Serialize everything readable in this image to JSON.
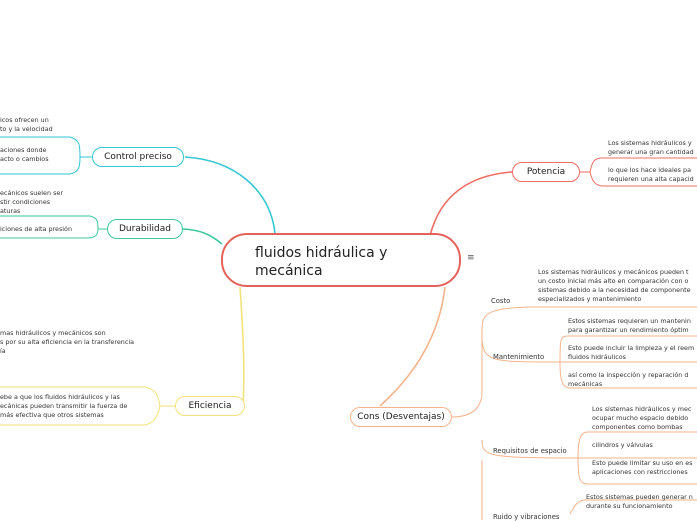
{
  "central": {
    "title": "fluidos hidráulica y\nmecánica",
    "menu_icon": "≡"
  },
  "colors": {
    "central": "#e4625a",
    "control": "#36c6d4",
    "durabilidad": "#3ec99b",
    "eficiencia": "#f2e27a",
    "potencia": "#ef6d63",
    "cons": "#f5b48d"
  },
  "control_preciso": {
    "label": "Control preciso",
    "texts": [
      "icos ofrecen un\nto y la velocidad",
      "aciones donde\nacto o cambios"
    ]
  },
  "durabilidad": {
    "label": "Durabilidad",
    "texts": [
      "ecánicos suelen ser\nstir condiciones\naturas",
      "iciones de alta presión"
    ]
  },
  "eficiencia": {
    "label": "Eficiencia",
    "texts": [
      "mas hidráulicos y mecánicos son\ns por su alta eficiencia en la transferencia\nía",
      "ebe a que los fluidos hidráulicos y las\necánicas pueden transmitir la fuerza de\nmás efectiva que otros sistemas"
    ]
  },
  "potencia": {
    "label": "Potencia",
    "texts": [
      "Los sistemas hidráulicos y\ngenerar una gran cantidad",
      "lo que los hace ideales pa\nrequieren una alta capacid"
    ]
  },
  "cons": {
    "label": "Cons (Desventajas)",
    "costo": {
      "label": "Costo",
      "text": "Los sistemas hidráulicos y mecánicos pueden t\nun costo inicial más alto en comparación con o\nsistemas debido a la necesidad de componente\nespecializados y mantenimiento"
    },
    "mantenimiento": {
      "label": "Mantenimiento",
      "texts": [
        "Estos sistemas requieren un mantenin\npara garantizar un rendimiento óptim",
        "Esto puede incluir la limpieza y el reem\nfluidos hidráulicos",
        "así como la inspección y reparación d\nmecánicas"
      ]
    },
    "requisitos": {
      "label": "Requisitos de espacio",
      "texts": [
        "Los sistemas hidráulicos y mec\nocupar mucho espacio debido\ncomponentes como bombas",
        "cilindros y válvulas",
        "Esto puede limitar su uso en es\naplicaciones con restricciones"
      ]
    },
    "ruido": {
      "label": "Ruido y vibraciones",
      "texts": [
        "Estos sistemas pueden generar n\ndurante su funcionamiento"
      ]
    }
  }
}
